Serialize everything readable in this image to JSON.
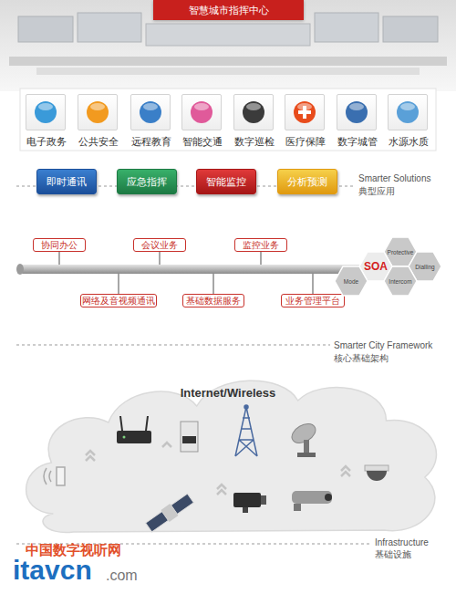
{
  "diagram": {
    "nodes": [
      {
        "text": [
          "智慧城市指挥中心"
        ]
      },
      {
        "text": [
          "电子政务"
        ]
      },
      {
        "text": [
          "公共安全"
        ]
      },
      {
        "text": [
          "远程教育"
        ]
      },
      {
        "text": [
          "智能交通"
        ]
      },
      {
        "text": [
          "数字巡检"
        ]
      },
      {
        "text": [
          "医疗保障"
        ]
      },
      {
        "text": [
          "数字城管"
        ]
      },
      {
        "text": [
          "水源水质"
        ]
      },
      {
        "text": [
          "即时通讯"
        ]
      },
      {
        "text": [
          "应急指挥"
        ]
      },
      {
        "text": [
          "智能监控"
        ]
      },
      {
        "text": [
          "分析预测"
        ]
      },
      {
        "text": [
          "协同办公"
        ]
      },
      {
        "text": [
          "会议业务"
        ]
      },
      {
        "text": [
          "监控业务"
        ]
      },
      {
        "text": [
          "网络及音视频通讯"
        ]
      },
      {
        "text": [
          "基础数据服务"
        ]
      },
      {
        "text": [
          "业务管理平台"
        ]
      },
      {
        "text": [
          "Protective"
        ]
      },
      {
        "text": [
          "SOA"
        ]
      },
      {
        "text": [
          "Dialling"
        ]
      },
      {
        "text": [
          "Mode"
        ]
      },
      {
        "text": [
          "Intercom"
        ]
      },
      {
        "text": [
          "Internet/Wireless"
        ]
      }
    ],
    "labels": [
      "Smarter Solutions",
      "典型应用",
      "Smarter City Framework",
      "核心基础架构",
      "Infrastructure",
      "基础设施",
      "中国数字视听网",
      "itavcn",
      ".com"
    ]
  }
}
